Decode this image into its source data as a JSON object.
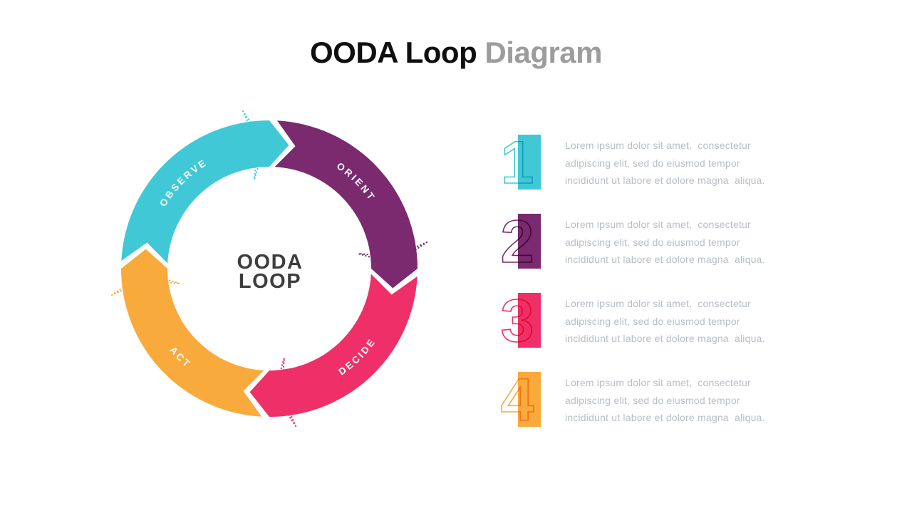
{
  "title": {
    "primary": "OODA Loop",
    "secondary": " Diagram"
  },
  "diagram": {
    "center_line1": "OODA",
    "center_line2": "LOOP",
    "segments": [
      {
        "label": "OBSERVE",
        "color": "#40C8D7"
      },
      {
        "label": "ORIENT",
        "color": "#7B2A6F"
      },
      {
        "label": "DECIDE",
        "color": "#EF2F67"
      },
      {
        "label": "ACT",
        "color": "#F9AA3C"
      }
    ]
  },
  "items": [
    {
      "number": "1",
      "color": "#40C8D7",
      "description": "Lorem ipsum dolor sit amet,  consectetur\nadipiscing elit, sed do eiusmod tempor\nincididunt ut labore et dolore magna  aliqua."
    },
    {
      "number": "2",
      "color": "#7B2A6F",
      "description": "Lorem ipsum dolor sit amet,  consectetur\nadipiscing elit, sed do eiusmod tempor\nincididunt ut labore et dolore magna  aliqua."
    },
    {
      "number": "3",
      "color": "#EF2F67",
      "description": "Lorem ipsum dolor sit amet,  consectetur\nadipiscing elit, sed do eiusmod tempor\nincididunt ut labore et dolore magna  aliqua."
    },
    {
      "number": "4",
      "color": "#F9AA3C",
      "description": "Lorem ipsum dolor sit amet,  consectetur\nadipiscing elit, sed do eiusmod tempor\nincididunt ut labore et dolore magna  aliqua."
    }
  ],
  "colors": {
    "title_primary": "#0F0F0F",
    "title_secondary": "#9C9C9C",
    "center_text": "#3D3D3D",
    "body_text": "#B7BEC7",
    "background": "#FFFFFF"
  }
}
